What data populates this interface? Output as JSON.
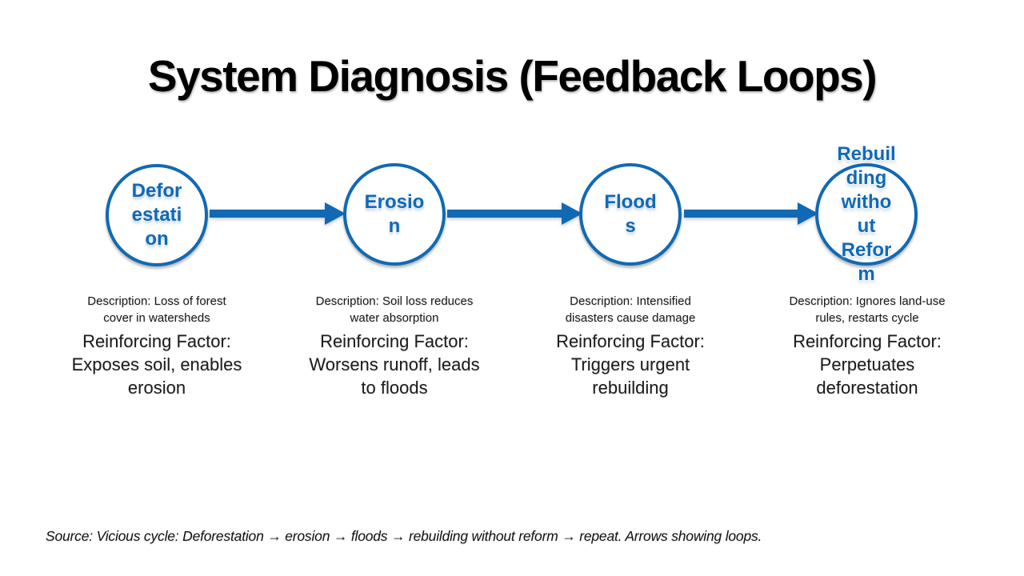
{
  "slide": {
    "title": "System Diagnosis (Feedback Loops)",
    "source_note": "Source: Vicious cycle: Deforestation → erosion → floods → rebuilding without reform → repeat. Arrows showing loops.",
    "accent_color": "#1169B4",
    "background_color": "#FFFFFF"
  },
  "diagram": {
    "type": "flow",
    "direction": "left-to-right",
    "nodes": [
      {
        "id": "deforestation",
        "label": "Deforestation",
        "label_wrapped": "Defor\nestati\non",
        "description": "Description: Loss of forest\ncover in watersheds",
        "reinforcing_factor": "Reinforcing Factor:\nExposes soil, enables\nerosion"
      },
      {
        "id": "erosion",
        "label": "Erosion",
        "label_wrapped": "Erosio\nn",
        "description": "Description: Soil loss reduces\nwater absorption",
        "reinforcing_factor": "Reinforcing Factor:\nWorsens runoff, leads\nto floods"
      },
      {
        "id": "floods",
        "label": "Floods",
        "label_wrapped": "Flood\ns",
        "description": "Description: Intensified\ndisasters cause damage",
        "reinforcing_factor": "Reinforcing Factor:\nTriggers urgent\nrebuilding"
      },
      {
        "id": "rebuilding-without-reform",
        "label": "Rebuilding without Reform",
        "label_wrapped": "Rebuil\nding\nwitho\nut\nRefor\nm",
        "description": "Description: Ignores land-use\nrules, restarts cycle",
        "reinforcing_factor": "Reinforcing Factor:\nPerpetuates\ndeforestation"
      }
    ]
  }
}
